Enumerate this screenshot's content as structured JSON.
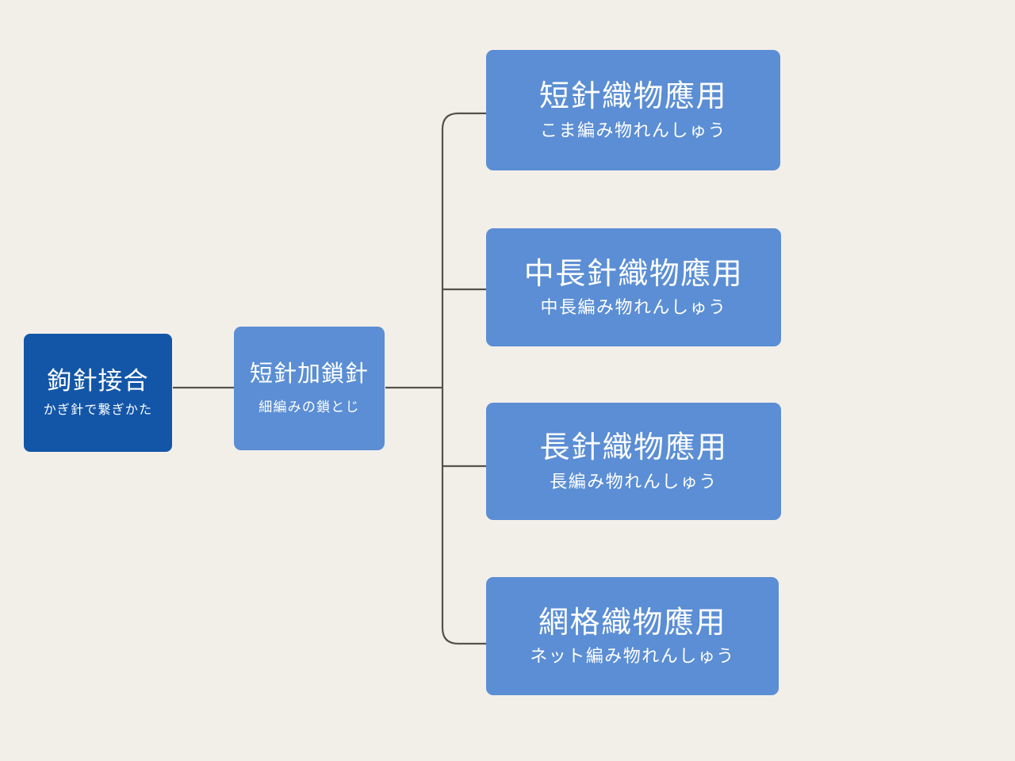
{
  "diagram": {
    "type": "horizontal-tree-mindmap",
    "background_color": "#f2efe9",
    "edge_color": "#55524c",
    "root": {
      "title": "鉤針接合",
      "subtitle": "かぎ針で繋ぎかた",
      "color": "#1356a8"
    },
    "level2": {
      "title": "短針加鎖針",
      "subtitle": "細編みの鎖とじ",
      "color": "#5b8ed4"
    },
    "leaves": [
      {
        "title": "短針織物應用",
        "subtitle": "こま編み物れんしゅう",
        "color": "#5b8ed4"
      },
      {
        "title": "中長針織物應用",
        "subtitle": "中長編み物れんしゅう",
        "color": "#5b8ed4"
      },
      {
        "title": "長針織物應用",
        "subtitle": "長編み物れんしゅう",
        "color": "#5b8ed4"
      },
      {
        "title": "網格織物應用",
        "subtitle": "ネット編み物れんしゅう",
        "color": "#5b8ed4"
      }
    ]
  }
}
